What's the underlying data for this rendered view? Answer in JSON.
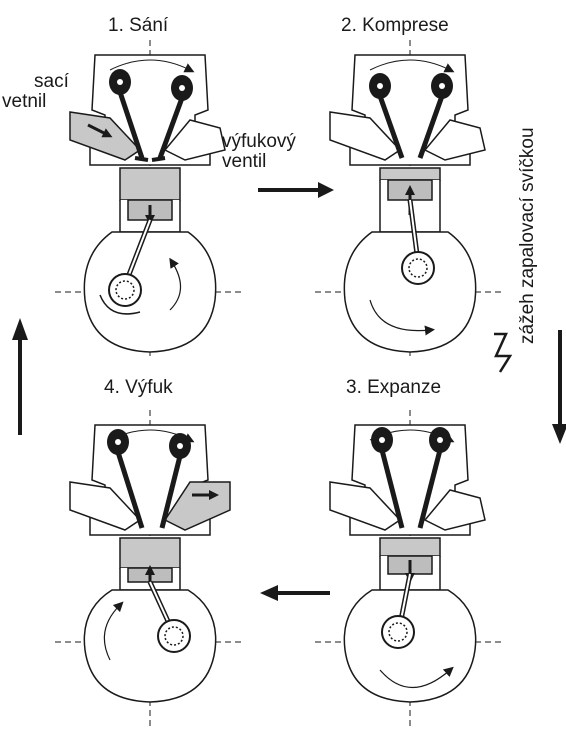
{
  "strokes": [
    {
      "id": 1,
      "title": "1. Sání"
    },
    {
      "id": 2,
      "title": "2. Komprese"
    },
    {
      "id": 3,
      "title": "3. Expanze"
    },
    {
      "id": 4,
      "title": "4. Výfuk"
    }
  ],
  "labels": {
    "intake_valve": [
      "sací",
      "vetnil"
    ],
    "exhaust_valve": [
      "výfukový",
      "ventil"
    ],
    "ignition": "zážeh zapalovací svíčkou"
  },
  "colors": {
    "line": "#1a1a1a",
    "gas_fill": "#c8c8c8",
    "piston_fill": "#bdbdbd",
    "background": "#ffffff"
  },
  "icons": [
    "cycle-arrow-icon",
    "spark-icon"
  ]
}
